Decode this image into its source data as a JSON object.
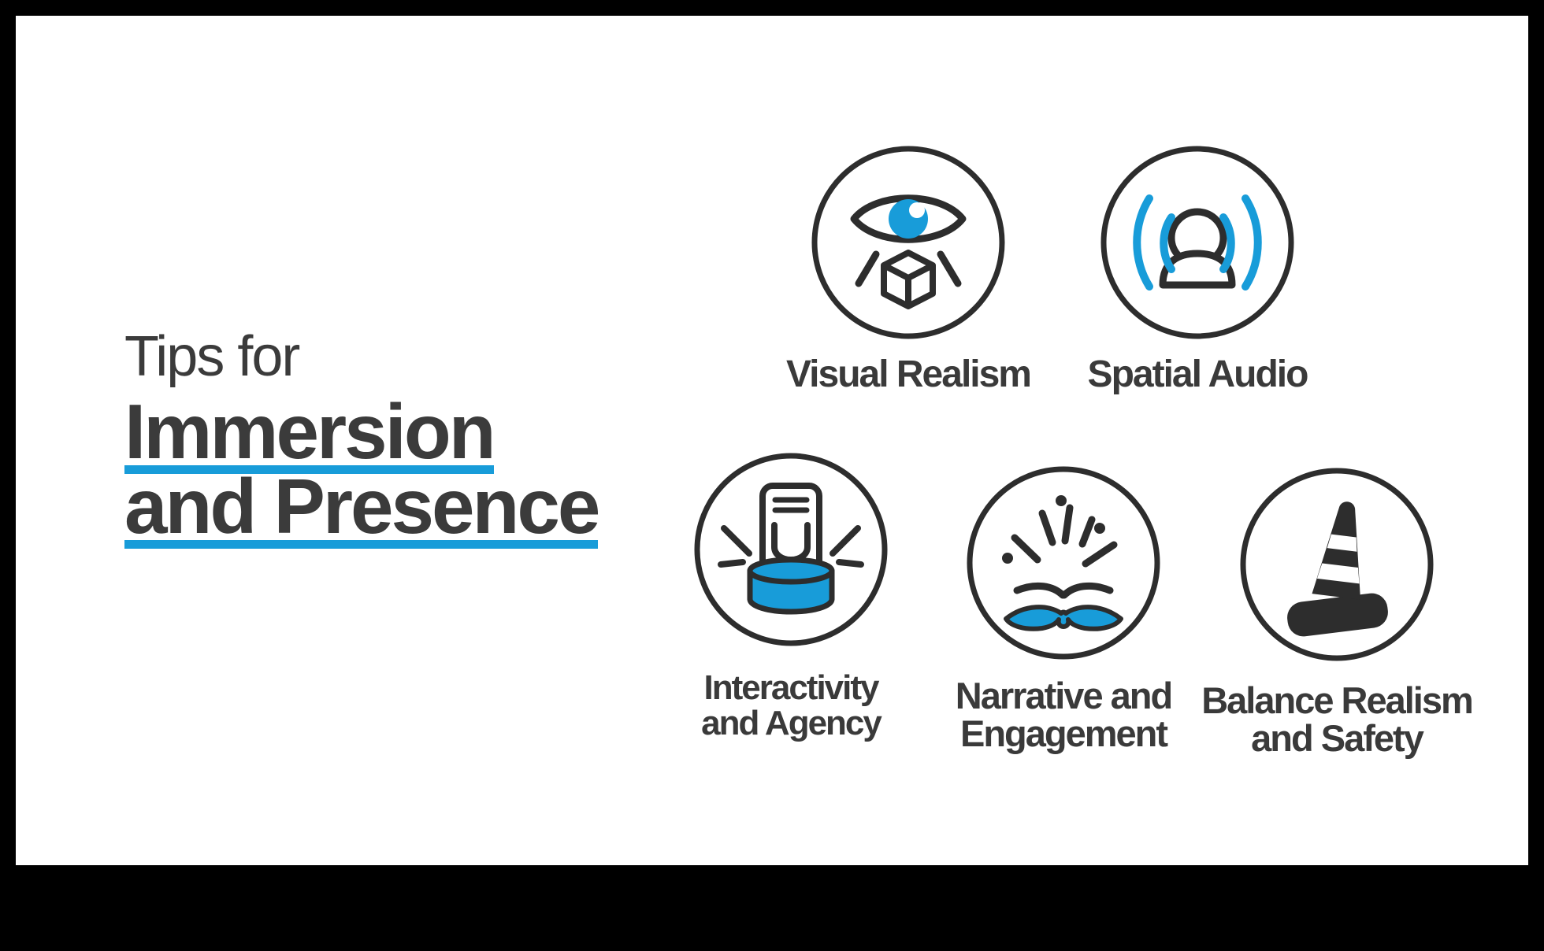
{
  "slide": {
    "frame_color": "#000000",
    "panel_color": "#ffffff"
  },
  "colors": {
    "accent_blue": "#189cd9",
    "icon_ink": "#2d2d2d",
    "heading_gray": "#3b3b3b",
    "label_gray": "#3a3a3a"
  },
  "title": {
    "eyebrow": "Tips for",
    "line1": "Immersion",
    "line2": "and Presence"
  },
  "cards": [
    {
      "id": "visual-realism",
      "icon": "eye-cube-icon",
      "label_lines": [
        "Visual Realism"
      ]
    },
    {
      "id": "spatial-audio",
      "icon": "soundwave-person-icon",
      "label_lines": [
        "Spatial Audio"
      ]
    },
    {
      "id": "interactivity",
      "icon": "button-press-icon",
      "label_lines": [
        "Interactivity",
        "and Agency"
      ]
    },
    {
      "id": "narrative",
      "icon": "open-book-sparks-icon",
      "label_lines": [
        "Narrative and",
        "Engagement"
      ]
    },
    {
      "id": "balance-safety",
      "icon": "traffic-cone-icon",
      "label_lines": [
        "Balance Realism",
        "and Safety"
      ]
    }
  ]
}
